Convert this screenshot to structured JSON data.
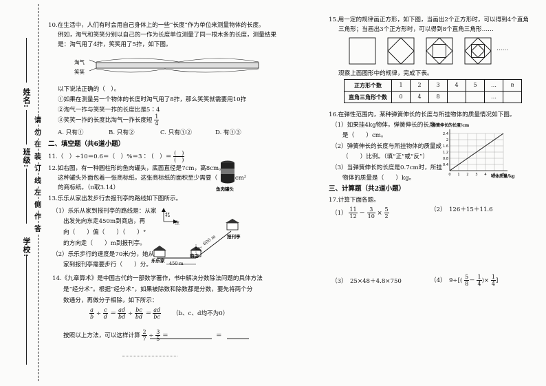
{
  "margin": {
    "school": "学校:",
    "class": "班级:",
    "name": "姓名:",
    "seal": [
      "请",
      "勿",
      "在",
      "装",
      "订",
      "线",
      "左",
      "侧",
      "作",
      "答"
    ]
  },
  "q10": {
    "l1": "10.在生活中，人们有时会用自己身体上的一些“长度”作为单位来测量物体的长度。",
    "l2": "例如，淘气和笑笑分别以自己的一作为长度单位测量了同一根木条的长度，测量结果",
    "l3": "是：淘气用了4拃，笑笑用了5拃，如下图。",
    "label_taoqi": "淘气",
    "label_xiaoxiao": "笑笑",
    "ask": "以下说法正确的（　）。",
    "o1": "①如果在测量另一个物体的长度时淘气用了8拃，那么笑笑就需要用10拃",
    "o2": "②淘气一拃与笑笑一拃的长度比是5∶4",
    "o3a": "③笑笑一拃的长度比淘气一拃长度短",
    "o3n": "1",
    "o3d": "4",
    "cA": "A. 只有①",
    "cB": "B. 只有②",
    "cC": "C. 只有①②",
    "cD": "D. 有①③"
  },
  "sec2": "二、填空题（共6道小题）",
  "q11": {
    "text": "11.（　）÷10＝0.6＝（　）%＝3∶（　）＝",
    "n": "(　)",
    "d": "(　)"
  },
  "q12": {
    "l1": "12.如右图，有一种圆柱形的鱼肉罐头，底面直径是7cm，高8cm。",
    "l2": "这种罐头外面包着一张商标纸，这张商标纸的面积至少需要（　　）cm²",
    "l3": "的商标纸。（π取3.14）",
    "can_label": "鱼肉罐头"
  },
  "q13": {
    "l0": "13.乐乐从家出发步行去报刊亭的路线如下图所示。",
    "l1": "（1）乐乐从家到报刊亭的路线是：从家",
    "l2": "出发先向东走450m到商店，再",
    "l3": "向（　　）偏（　　）（　　）°",
    "l4": "的方向走（　　）m到报刊亭。",
    "l5": "（2）乐乐步行的速度是70米/分，她从",
    "l6": "家到报刊亭需要步行（　　）分。",
    "north": "北",
    "east": "东",
    "home": "乐乐家",
    "shop": "商店",
    "kiosk": "报刊亭",
    "d1": "450 m",
    "d2": "600 m",
    "angle": "60°"
  },
  "q14": {
    "l1": "14.《九章算术》是中国古代的一部数学著作，书中解决分数除法问题的具体方法",
    "l2": "是“经分术”。根据“经分术”，如果被除数和除数都是分数，要先将两个分",
    "l3": "数通分，再做分子相除，如下所示：",
    "formula_tail": "（b、c、d均不为0）",
    "l4": "按照以上方法，可以这样计算",
    "calc_a_n": "2",
    "calc_a_d": "7",
    "calc_b_n": "3",
    "calc_b_d": "5",
    "eq1": "＝",
    "eq2": "＝"
  },
  "q15": {
    "l1": "15.用一定的规律画正方形，如下图，当画出2个正方形时，可以得到4个直角",
    "l2": "三角形；当画出3个正方形时，可以得到8个直角三角形……",
    "ellipsis": "……",
    "ask": "观察上面图形中的规律，完成下表。",
    "row1": [
      "正方形个数",
      "1",
      "2",
      "3",
      "4",
      "5",
      "…",
      "n"
    ],
    "row2": [
      "直角三角形个数",
      "0",
      "4",
      "8",
      "",
      "",
      "…",
      ""
    ]
  },
  "q16": {
    "l0": "16.在弹性范围内，某种弹簧伸长的长度与所挂物体的质量情况如下图。",
    "l1": "（1）如果挂4kg物体，弹簧伸长的长度",
    "l2": "是（　　）cm。",
    "l3": "（2）弹簧伸长的长度与所挂物体的质量成",
    "l4": "（　　）比例。（填“正”或“反”）",
    "l5": "（3）当弹簧伸长的长度是0.7cm时，所挂",
    "l6": "物体的质量是（　　）kg。",
    "graph_title": "弹簧伸长的长度/cm",
    "graph_x": "物体质量/kg",
    "yticks": [
      "2.4",
      "2",
      "1.6",
      "1.2",
      "0.8",
      "0.4"
    ],
    "xticks": [
      "0",
      "1",
      "2",
      "3",
      "4",
      "5",
      "6"
    ]
  },
  "sec3": "三、计算题（共2道小题）",
  "q17": {
    "title": "17.计算下面各题。",
    "p1": "（1）",
    "p1_n1": "11",
    "p1_d1": "12",
    "p1_n2": "3",
    "p1_d2": "10",
    "p1_n3": "5",
    "p1_d3": "2",
    "p2": "（2）　126＋15＋11.6",
    "p3": "（3）　25×48＋4.8×750",
    "p4": "（4）　9÷[(",
    "p4_n1": "5",
    "p4_d1": "8",
    "p4_n2": "1",
    "p4_d2": "4",
    "p4_n3": "1",
    "p4_d3": "4"
  }
}
